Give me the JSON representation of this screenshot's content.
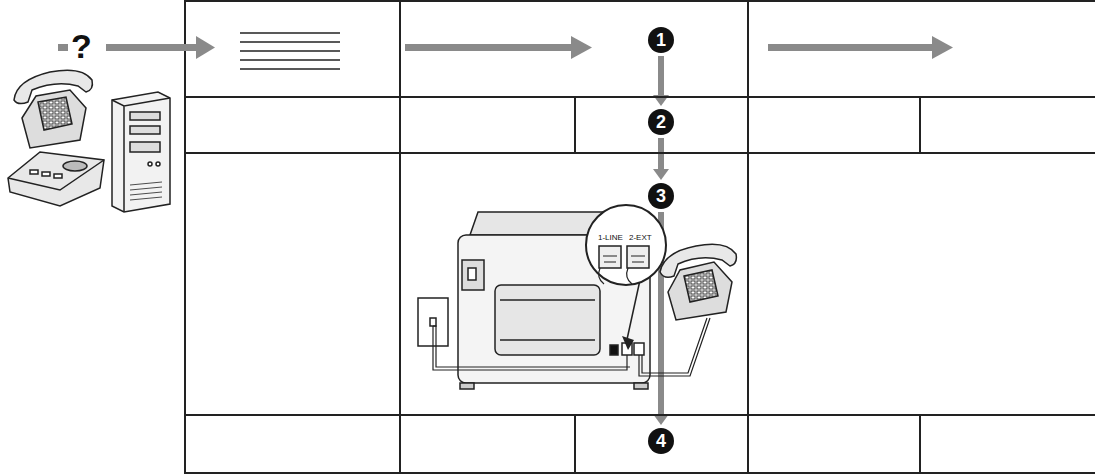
{
  "diagram": {
    "nodes": [
      {
        "text": [
          "1"
        ]
      },
      {
        "text": [
          "2"
        ]
      },
      {
        "text": [
          "3"
        ]
      },
      {
        "text": [
          "4"
        ]
      }
    ],
    "edges": [
      {
        "from": 0,
        "to": 1,
        "arrow": "to"
      },
      {
        "from": 1,
        "to": 2,
        "arrow": "to"
      },
      {
        "from": 2,
        "to": 3,
        "arrow": "to"
      }
    ],
    "labels": [
      "?",
      "1-LINE",
      "2-EXT"
    ]
  }
}
